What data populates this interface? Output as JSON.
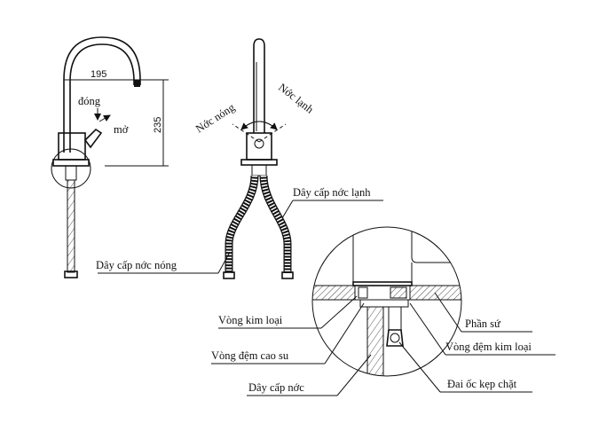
{
  "side_view": {
    "dim_width": "195",
    "dim_height": "235",
    "close_label": "đóng",
    "open_label": "mở"
  },
  "front_view": {
    "hot_label": "Nớc nóng",
    "cold_label": "Nớc lạnh",
    "hot_hose_label": "Dây cấp nớc nóng",
    "cold_hose_label": "Dây cấp nớc lạnh"
  },
  "detail": {
    "left_labels": [
      "Vòng kim loại",
      "Vòng đệm cao su",
      "Dây cấp nớc"
    ],
    "right_labels": [
      "Phần sứ",
      "Vòng đệm kim loại",
      "Đai ốc kẹp chặt"
    ]
  }
}
